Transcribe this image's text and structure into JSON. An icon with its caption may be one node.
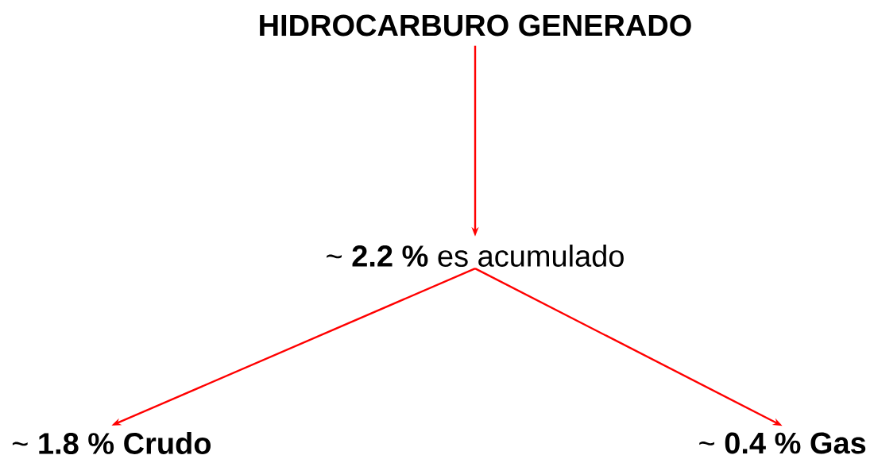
{
  "diagram": {
    "nodes": [
      {
        "text": [
          "HIDROCARBURO GENERADO"
        ]
      },
      {
        "text": [
          "~ **2.2 %** es acumulado"
        ]
      },
      {
        "text": [
          "~ **1.8 % Crudo**"
        ]
      },
      {
        "text": [
          "~ **0.4 % Gas**"
        ]
      }
    ],
    "edges": [
      {
        "from": 0,
        "to": 1,
        "arrow": "to"
      },
      {
        "from": 1,
        "to": 2,
        "arrow": "to"
      },
      {
        "from": 1,
        "to": 3,
        "arrow": "to"
      }
    ]
  }
}
